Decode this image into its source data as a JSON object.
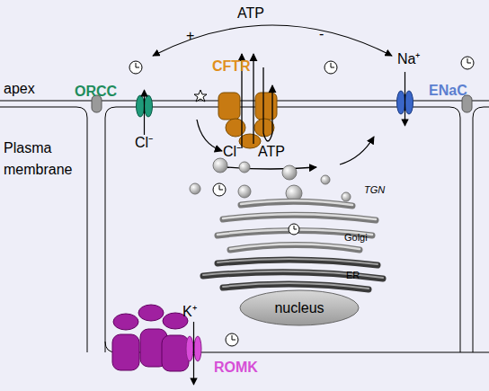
{
  "diagram": {
    "nodes": [
      {
        "text": [
          "nucleus"
        ]
      }
    ],
    "labels": [
      "ATP",
      "+",
      "-",
      "Na⁺",
      "apex",
      "ORCC",
      "CFTR",
      "ENaC",
      "Plasma membrane",
      "Cl⁻",
      "Cl⁻",
      "ATP",
      "TGN",
      "Golgi",
      "ER",
      "K⁺",
      "ROMK"
    ]
  }
}
